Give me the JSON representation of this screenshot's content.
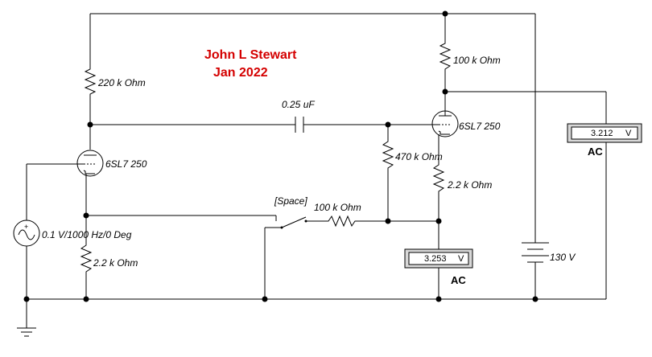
{
  "author": "John L Stewart",
  "date": "Jan 2022",
  "components": {
    "r_input_plate": "220 k Ohm",
    "r_input_cathode": "2.2 k Ohm",
    "tube_input": "6SL7 250",
    "capacitor": "0.25 uF",
    "r_grid": "470 k Ohm",
    "tube_output": "6SL7 250",
    "r_output_plate": "100 k Ohm",
    "r_output_cathode": "2.2 k Ohm",
    "switch_key": "[Space]",
    "r_feedback": "100 k Ohm",
    "source": "0.1 V/1000 Hz/0 Deg",
    "battery": "130 V"
  },
  "meters": {
    "cathode": {
      "value": "3.253",
      "unit": "V",
      "mode": "AC"
    },
    "plate": {
      "value": "3.212",
      "unit": "V",
      "mode": "AC"
    }
  }
}
